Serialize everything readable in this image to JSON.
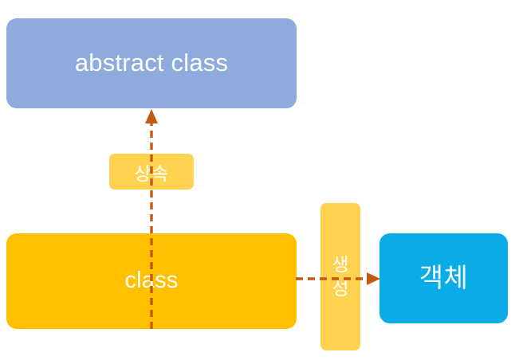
{
  "diagram": {
    "title": "abstract class / class / object relationship diagram",
    "background_color": "#ffffff",
    "nodes": [
      {
        "id": "abstract-class",
        "label": "abstract class",
        "fill": "#8faadc",
        "text_color": "#ffffff"
      },
      {
        "id": "class",
        "label": "class",
        "fill": "#ffc000",
        "text_color": "#ffffff"
      },
      {
        "id": "object",
        "label": "객체",
        "fill": "#0aace8",
        "text_color": "#ffffff"
      }
    ],
    "edges": [
      {
        "id": "inheritance",
        "label": "상속",
        "from": "class",
        "to": "abstract-class",
        "direction": "up",
        "style": "dashed",
        "color": "#c45911",
        "label_fill": "#ffd350",
        "label_text_color": "#ffffff"
      },
      {
        "id": "creation",
        "label": "생성",
        "label_chars": [
          "생",
          "성"
        ],
        "from": "class",
        "to": "object",
        "direction": "right",
        "style": "dashed",
        "color": "#c45911",
        "label_fill": "#ffd350",
        "label_text_color": "#ffffff"
      }
    ]
  }
}
